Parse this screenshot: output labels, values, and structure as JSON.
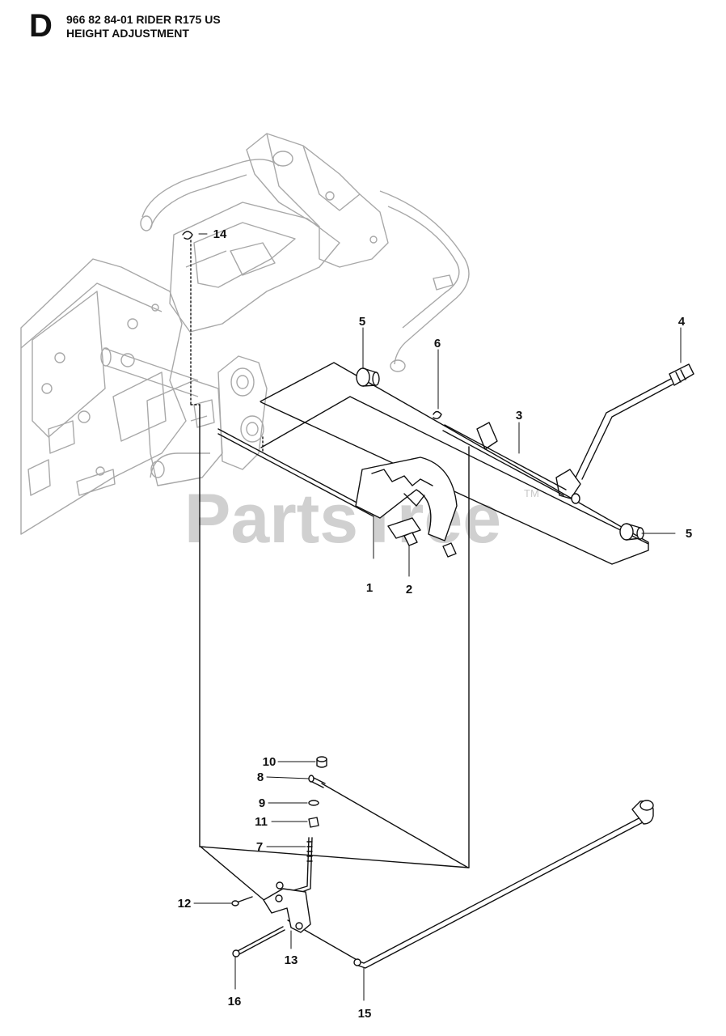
{
  "header": {
    "section_letter": "D",
    "model": "966 82 84-01 RIDER R175 US",
    "title": "HEIGHT ADJUSTMENT"
  },
  "watermark": {
    "text": "PartsTree",
    "trademark": "TM"
  },
  "callouts": [
    {
      "id": "c1",
      "label": "1"
    },
    {
      "id": "c2",
      "label": "2"
    },
    {
      "id": "c3",
      "label": "3"
    },
    {
      "id": "c4",
      "label": "4"
    },
    {
      "id": "c5a",
      "label": "5"
    },
    {
      "id": "c5b",
      "label": "5"
    },
    {
      "id": "c6",
      "label": "6"
    },
    {
      "id": "c7",
      "label": "7"
    },
    {
      "id": "c8",
      "label": "8"
    },
    {
      "id": "c9",
      "label": "9"
    },
    {
      "id": "c10",
      "label": "10"
    },
    {
      "id": "c11",
      "label": "11"
    },
    {
      "id": "c12",
      "label": "12"
    },
    {
      "id": "c13",
      "label": "13"
    },
    {
      "id": "c14",
      "label": "14"
    },
    {
      "id": "c15",
      "label": "15"
    },
    {
      "id": "c16",
      "label": "16"
    }
  ]
}
